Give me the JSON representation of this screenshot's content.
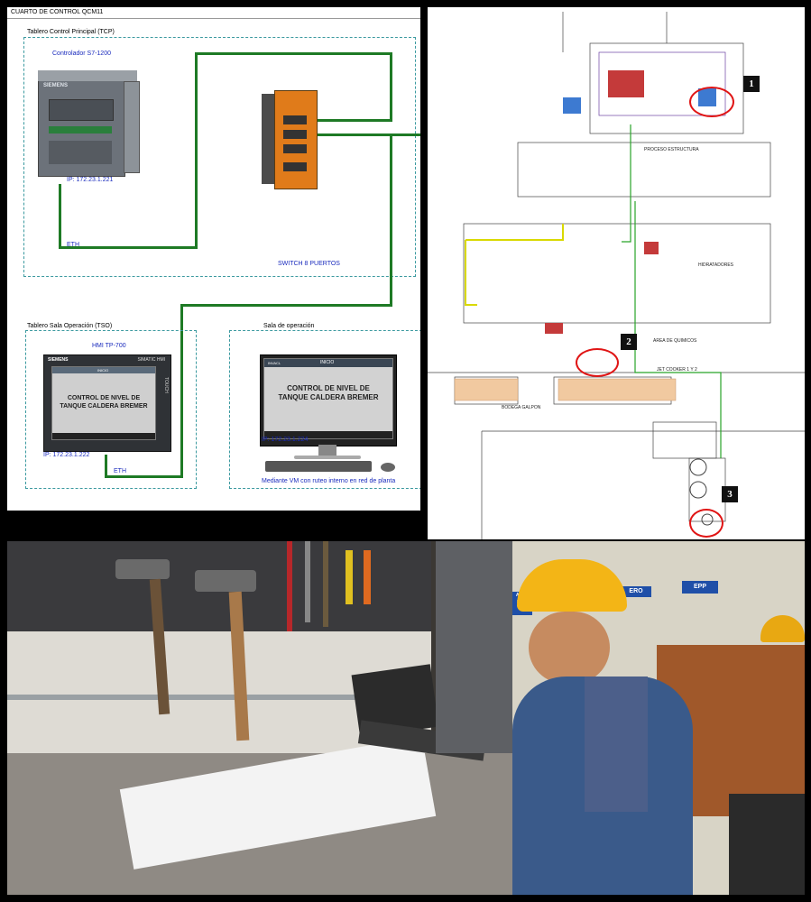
{
  "network": {
    "room_title": "CUARTO DE CONTROL QCM11",
    "tcp": {
      "title": "Tablero Control Principal (TCP)",
      "controller_label": "Controlador S7-1200",
      "controller_brand": "SIEMENS",
      "controller_ip": "IP: 172.23.1.221",
      "eth_label": "ETH",
      "switch_label": "SWITCH 8 PUERTOS"
    },
    "tso": {
      "title": "Tablero Sala Operación (TSO)",
      "hmi_label": "HMI TP-700",
      "hmi_brand": "SIEMENS",
      "hmi_model": "SIMATIC HMI",
      "hmi_header": "INICIO",
      "hmi_touch": "TOUCH",
      "hmi_screen_text": "CONTROL DE NIVEL DE TANQUE CALDERA BREMER",
      "hmi_ip": "IP: 172.23.1.222",
      "eth_label": "ETH"
    },
    "operation_room": {
      "title": "Sala de operación",
      "screen_header": "INICIO",
      "screen_brand": "INVACL",
      "screen_text": "CONTROL DE NIVEL DE TANQUE CALDERA BREMER",
      "ip": "IP: 172.23.1.224",
      "vm_note": "Mediante VM con ruteo interno en red de planta"
    },
    "colors": {
      "wire": "#1e7a25",
      "label_blue": "#1a2bbd",
      "section_border": "#3c9aa0"
    }
  },
  "plant_map": {
    "markers": [
      "1",
      "2",
      "3"
    ],
    "area_labels": {
      "warehouse": "BODEGA GALPON",
      "quimicos": "AREA DE QUIMICOS",
      "jet_cooker": "JET COOKER 1 Y 2",
      "estructuras": "PROCESO ESTRUCTURA",
      "hidratadores": "HIDRATADORES"
    },
    "marker_color": "#e01515"
  },
  "photo": {
    "sign_epp": "EPP",
    "sign_left": "AREA LIMP",
    "sign_right": "ERO"
  }
}
